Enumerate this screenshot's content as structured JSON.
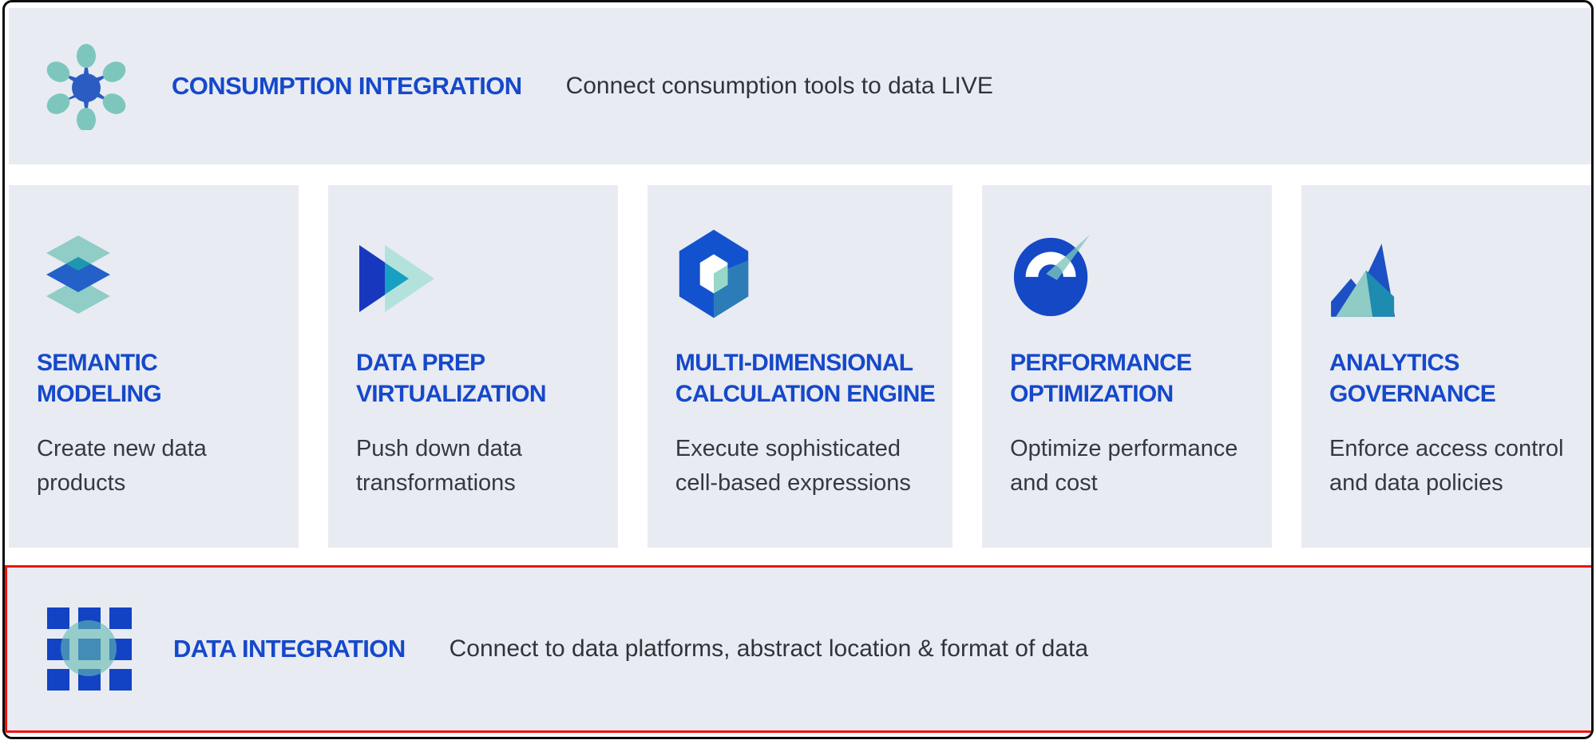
{
  "top_banner": {
    "title": "CONSUMPTION INTEGRATION",
    "description": "Connect consumption tools to data LIVE",
    "icon": "hub-network-icon"
  },
  "cards": [
    {
      "icon": "layered-diamonds-icon",
      "title_lines": [
        "SEMANTIC",
        "MODELING"
      ],
      "desc_lines": [
        "Create new data",
        "products"
      ]
    },
    {
      "icon": "play-triangles-icon",
      "title_lines": [
        "DATA PREP",
        "VIRTUALIZATION"
      ],
      "desc_lines": [
        "Push down data",
        "transformations"
      ]
    },
    {
      "icon": "hexagon-cube-icon",
      "title_lines": [
        "MULTI-DIMENSIONAL",
        "CALCULATION ENGINE"
      ],
      "desc_lines": [
        "Execute sophisticated",
        "cell-based expressions"
      ]
    },
    {
      "icon": "gauge-icon",
      "title_lines": [
        "PERFORMANCE",
        "OPTIMIZATION"
      ],
      "desc_lines": [
        "Optimize performance",
        "and cost"
      ]
    },
    {
      "icon": "area-chart-icon",
      "title_lines": [
        "ANALYTICS",
        "GOVERNANCE"
      ],
      "desc_lines": [
        "Enforce access control",
        "and data policies"
      ]
    }
  ],
  "bottom_banner": {
    "title": "DATA INTEGRATION",
    "description": "Connect to data platforms, abstract location & format of data",
    "icon": "grid-squares-icon",
    "highlighted": "true"
  },
  "colors": {
    "panel_bg": "#e9ebf2",
    "title_blue": "#1549cb",
    "body_text": "#333942",
    "icon_blue": "#1d50c4",
    "icon_teal": "#8fccc5",
    "icon_dark_teal": "#1e8bb0",
    "highlight_red": "#f2120e",
    "frame_black": "#0b0b0b"
  }
}
